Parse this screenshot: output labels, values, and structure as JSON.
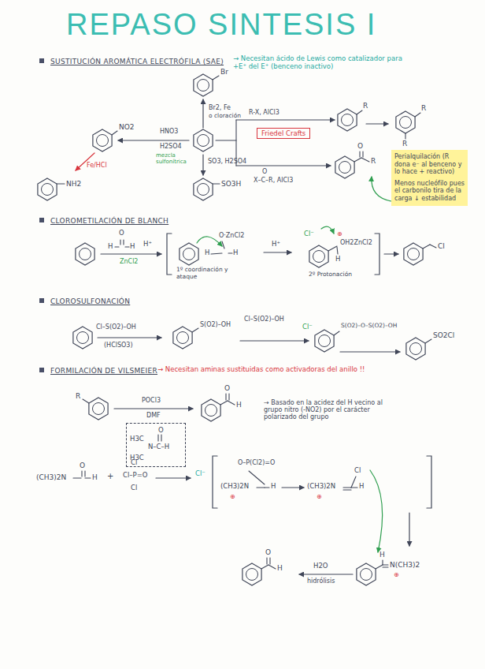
{
  "diagram": {
    "title": "REPASO SINTESIS I",
    "nodes": [
      {
        "text": [
          "Friedel Crafts"
        ]
      },
      {
        "text": [
          "Perialquilación (R dona e⁻ al benceno y lo hace + reactivo)",
          "Menos nucleófilo pues el carbonilo tira de la carga ↓ estabilidad"
        ]
      },
      {
        "text": [
          "O",
          "H3C",
          "N–C–H",
          "H3C"
        ]
      }
    ],
    "labels": [
      "SUSTITUCIÓN AROMÁTICA ELECTRÓFILA (SAE)",
      "→ Necesitan ácido de Lewis como catalizador para +E⁺ del E⁺ (benceno inactivo)",
      "Br",
      "Br2, Fe",
      "o cloración",
      "HNO3",
      "H2SO4",
      "mezcla sulfonítrica",
      "NO2",
      "Fe/HCl",
      "NH2",
      "SO3, H2SO4",
      "SO3H",
      "R-X, AlCl3",
      "R",
      "R",
      "R",
      "O",
      "X–C–R, AlCl3",
      "O",
      "R",
      "CLOROMETILACIÓN DE BLANCH",
      "O",
      "H",
      "H",
      "H⁺",
      "ZnCl2",
      "O·ZnCl2",
      "H",
      "H",
      "1º coordinación y ataque",
      "H⁺",
      "Cl⁻",
      "⊕",
      "OH2ZnCl2",
      "H",
      "2º Protonación",
      "Cl",
      "CLOROSULFONACIÓN",
      "Cl–S(O2)–OH",
      "(HClSO3)",
      "S(O2)–OH",
      "Cl–S(O2)–OH",
      "Cl⁻",
      "S(O2)–O–S(O2)–OH",
      "SO2Cl",
      "FORMILACIÓN DE VILSMEIER",
      "→ Necesitan aminas sustituidas como activadoras del anillo !!",
      "R",
      "POCl3",
      "DMF",
      "O",
      "H",
      "→ Basado en la acidez del H vecino al grupo nitro (-NO2) por el carácter polarizado del grupo",
      "(CH3)2N",
      "O",
      "H",
      "+",
      "Cl",
      "Cl–P=O",
      "Cl",
      "Cl⁻",
      "O–P(Cl2)=O",
      "(CH3)2N",
      "⊕",
      "H",
      "(CH3)2N",
      "⊕",
      "Cl",
      "H",
      "H",
      "N(CH3)2",
      "⊕",
      "H2O",
      "hidrólisis",
      "O",
      "H"
    ]
  }
}
